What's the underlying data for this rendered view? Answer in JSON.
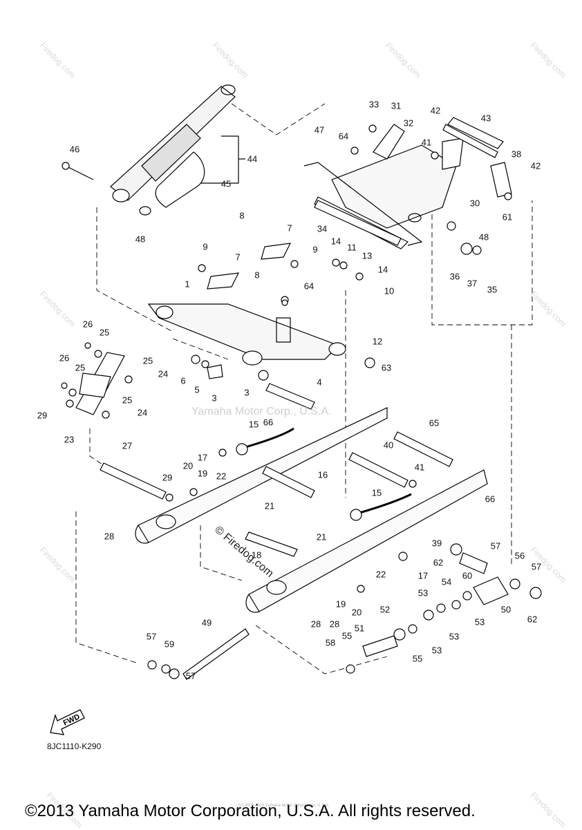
{
  "diagram": {
    "code": "8JC1110-K290",
    "watermark_center": "Yamaha Motor Corp., U.S.A.",
    "watermark_diagonal": "© Firedog.com",
    "watermark_small": "Firedog.com",
    "fwd_label": "FWD",
    "part_labels": [
      "1",
      "3",
      "3",
      "4",
      "5",
      "6",
      "7",
      "7",
      "8",
      "8",
      "9",
      "9",
      "10",
      "11",
      "12",
      "13",
      "14",
      "14",
      "15",
      "15",
      "16",
      "17",
      "17",
      "18",
      "19",
      "19",
      "20",
      "20",
      "21",
      "21",
      "22",
      "22",
      "23",
      "24",
      "24",
      "25",
      "25",
      "25",
      "25",
      "26",
      "26",
      "27",
      "28",
      "28",
      "28",
      "29",
      "29",
      "30",
      "31",
      "32",
      "33",
      "34",
      "35",
      "36",
      "37",
      "38",
      "39",
      "40",
      "41",
      "41",
      "42",
      "42",
      "43",
      "44",
      "45",
      "46",
      "47",
      "48",
      "48",
      "49",
      "50",
      "51",
      "52",
      "53",
      "53",
      "53",
      "53",
      "54",
      "55",
      "55",
      "56",
      "57",
      "57",
      "57",
      "57",
      "58",
      "59",
      "60",
      "61",
      "62",
      "62",
      "63",
      "64",
      "64",
      "65",
      "66",
      "66"
    ]
  },
  "footer": {
    "copyright": "©2013 Yamaha Motor Corporation, U.S.A. All rights reserved.",
    "small_credit": "(c) 2005-2015 Yamaha Motor Corporation, U.S.A."
  }
}
